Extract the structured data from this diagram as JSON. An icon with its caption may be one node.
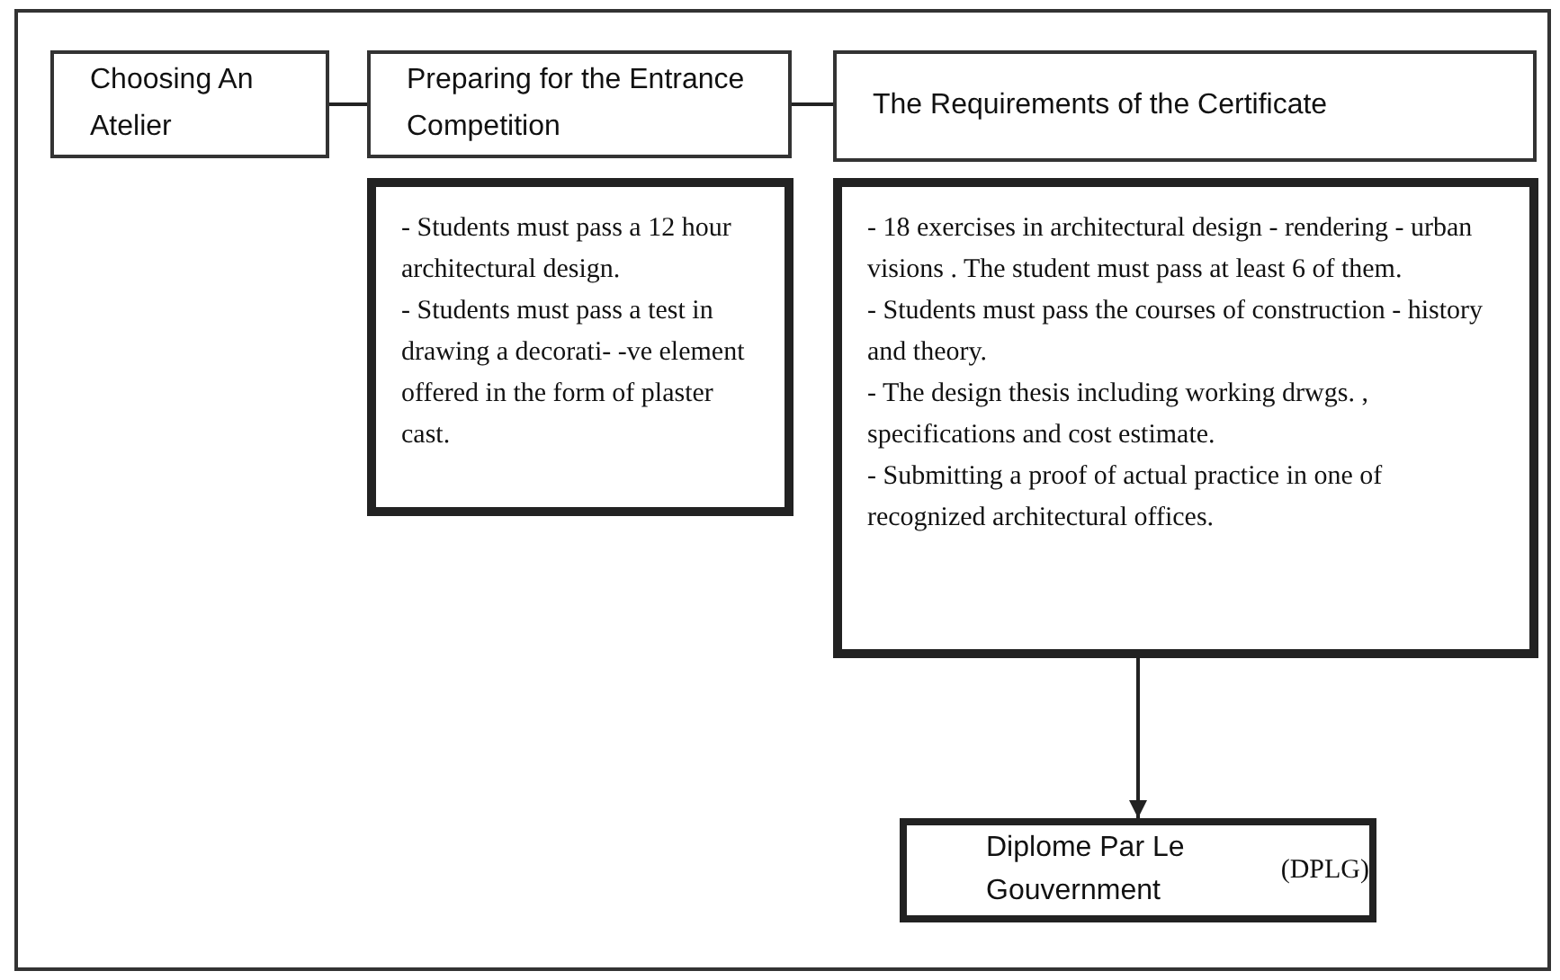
{
  "diagram": {
    "nodes": [
      {
        "text": [
          "Choosing An Atelier"
        ]
      },
      {
        "text": [
          "Preparing for the Entrance Competition"
        ]
      },
      {
        "text": [
          "The Requirements of the Certificate"
        ]
      },
      {
        "text": [
          "- Students must pass a 12 hour architectural design.",
          "- Students must pass a test in drawing a decorati- -ve element offered in the form of plaster cast."
        ]
      },
      {
        "text": [
          "- 18 exercises in architectural design - rendering - urban visions . The student must pass at least 6 of them.",
          "- Students must pass the courses of construction - history and theory.",
          "- The design thesis including working drwgs. , specifications and cost estimate.",
          "- Submitting a proof of actual practice in one of recognized architectural offices."
        ]
      },
      {
        "text": [
          "Diplome Par Le Gouvernment",
          "(DPLG)"
        ]
      }
    ],
    "edges": [
      {
        "from": 0,
        "to": 1,
        "arrow": "none"
      },
      {
        "from": 1,
        "to": 2,
        "arrow": "none"
      },
      {
        "from": 4,
        "to": 5,
        "arrow": "to"
      }
    ]
  }
}
